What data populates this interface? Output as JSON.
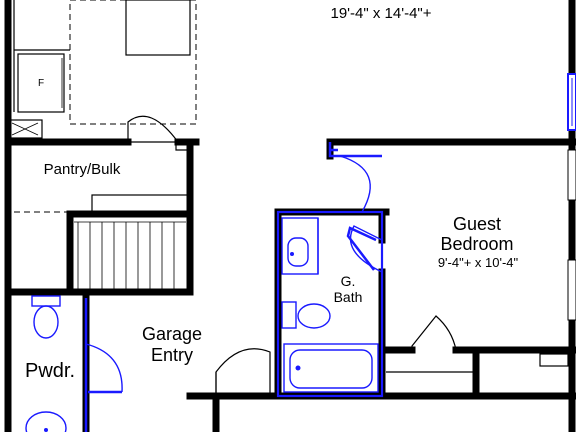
{
  "plan": {
    "living_dim": "19'-4\" x 14'-4\"+",
    "fridge_letter": "F",
    "pantry_label": "Pantry/Bulk",
    "garage_entry_line1": "Garage",
    "garage_entry_line2": "Entry",
    "pwdr_label": "Pwdr.",
    "gbath_line1": "G.",
    "gbath_line2": "Bath",
    "guest_line1": "Guest",
    "guest_line2": "Bedroom",
    "guest_dim": "9'-4\"+ x 10'-4\""
  },
  "colors": {
    "walls": "#000000",
    "fixtures_highlight": "#1a1aff",
    "background": "#ffffff"
  }
}
